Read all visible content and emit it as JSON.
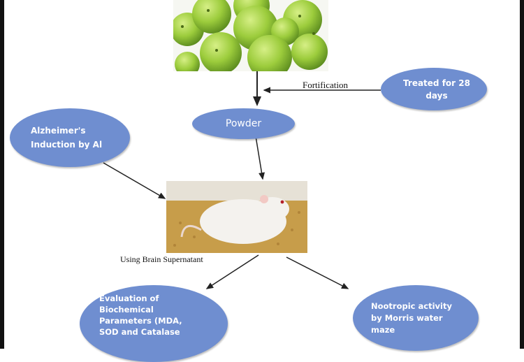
{
  "nodes": {
    "treated": "Treated for 28\ndays",
    "powder": "Powder",
    "alzheimers": "Alzheimer's\nInduction by Al",
    "evaluation": "Evaluation of\nBiochemical\nParameters (MDA,\nSOD and Catalase",
    "nootropic": "Nootropic activity\nby Morris water\nmaze"
  },
  "labels": {
    "fortification": "Fortification",
    "brain": "Using Brain Supernatant"
  },
  "colors": {
    "node_fill": "#6f8ed0",
    "arrow": "#222222",
    "amla_fruit": "#9ccc3c",
    "rat": "#f4f2ee"
  },
  "images": {
    "fruit": "amla-fruit-pile",
    "rat": "white-rat-in-cage"
  }
}
